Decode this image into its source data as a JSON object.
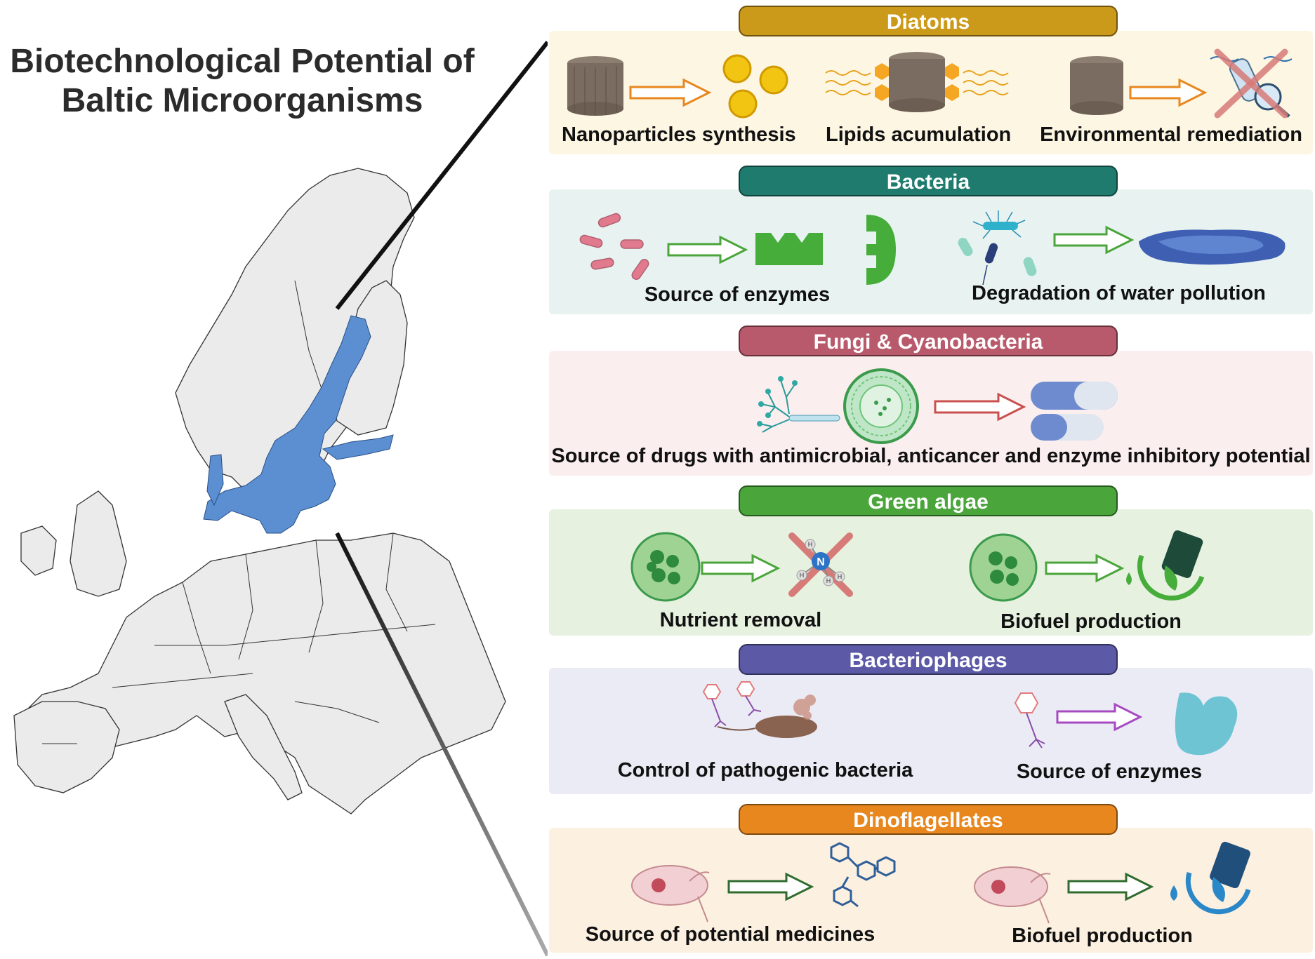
{
  "title": {
    "line1": "Biotechnological Potential of",
    "line2": "Baltic Microorganisms"
  },
  "colors": {
    "baltic_sea": "#5b8fd1",
    "land": "#ebebeb",
    "diatoms": "#cc9a1a",
    "bacteria": "#1f7b6e",
    "fungi": "#b85a6c",
    "green_algae": "#4aa53a",
    "bacteriophages": "#5c5aa6",
    "dinoflagellates": "#e8871e"
  },
  "sections": [
    {
      "name": "Diatoms",
      "items": [
        "Nanoparticles synthesis",
        "Lipids acumulation",
        "Environmental remediation"
      ]
    },
    {
      "name": "Bacteria",
      "items": [
        "Source of enzymes",
        "Degradation of water pollution"
      ]
    },
    {
      "name": "Fungi & Cyanobacteria",
      "items": [
        "Source of drugs with antimicrobial, anticancer and enzyme inhibitory potential"
      ]
    },
    {
      "name": "Green algae",
      "items": [
        "Nutrient removal",
        "Biofuel production"
      ]
    },
    {
      "name": "Bacteriophages",
      "items": [
        "Control of pathogenic bacteria",
        "Source of enzymes"
      ]
    },
    {
      "name": "Dinoflagellates",
      "items": [
        "Source of potential medicines",
        "Biofuel production"
      ]
    }
  ],
  "icons": {
    "ammonium_symbol": "N",
    "hydrogen_symbol": "H"
  }
}
